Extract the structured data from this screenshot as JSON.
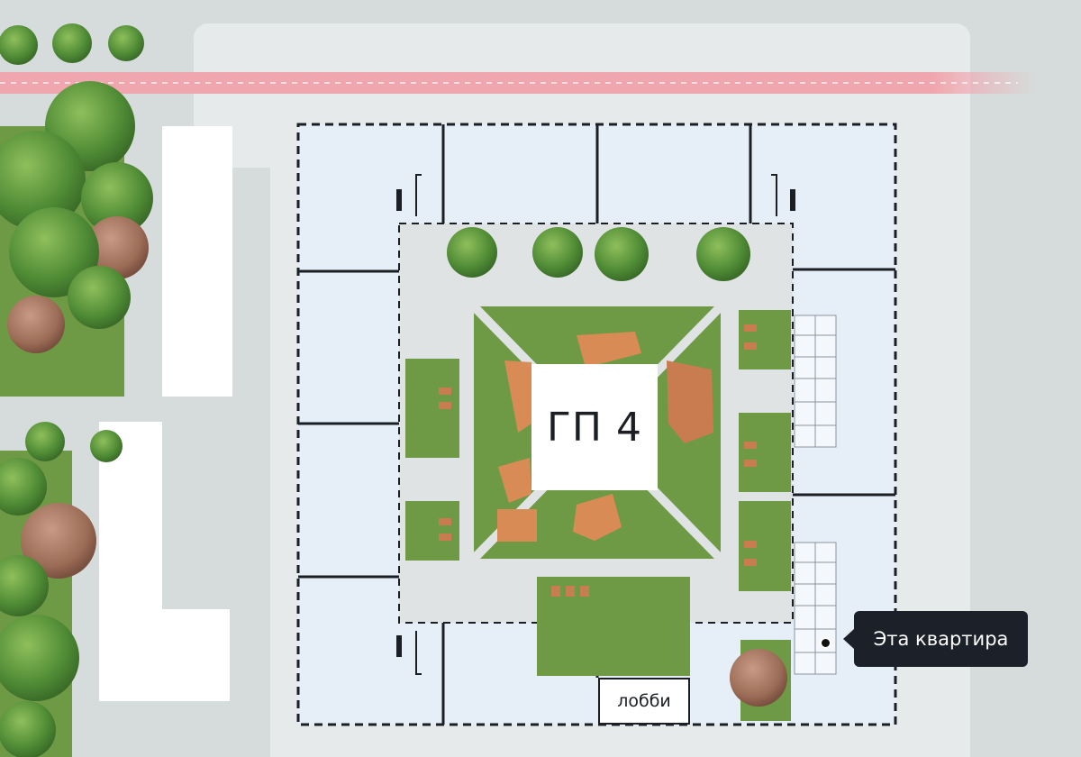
{
  "map": {
    "building_label": "ГП 4",
    "lobby_label": "лобби",
    "apartment_tooltip": "Эта квартира"
  },
  "colors": {
    "ground": "#d6dcdc",
    "pavement": "#e7eaeb",
    "white_path": "#ffffff",
    "road": "#f0a6ae",
    "building_fill": "#e6eef7",
    "wall": "#1b1f24",
    "lawn": "#6f9a45",
    "tree": "#4f8b35",
    "autumn_tree": "#9a6b55",
    "play_surface": "#d98b55",
    "bench": "#c97c4f"
  },
  "icons": {
    "apartment_marker": "location-dot-icon"
  }
}
